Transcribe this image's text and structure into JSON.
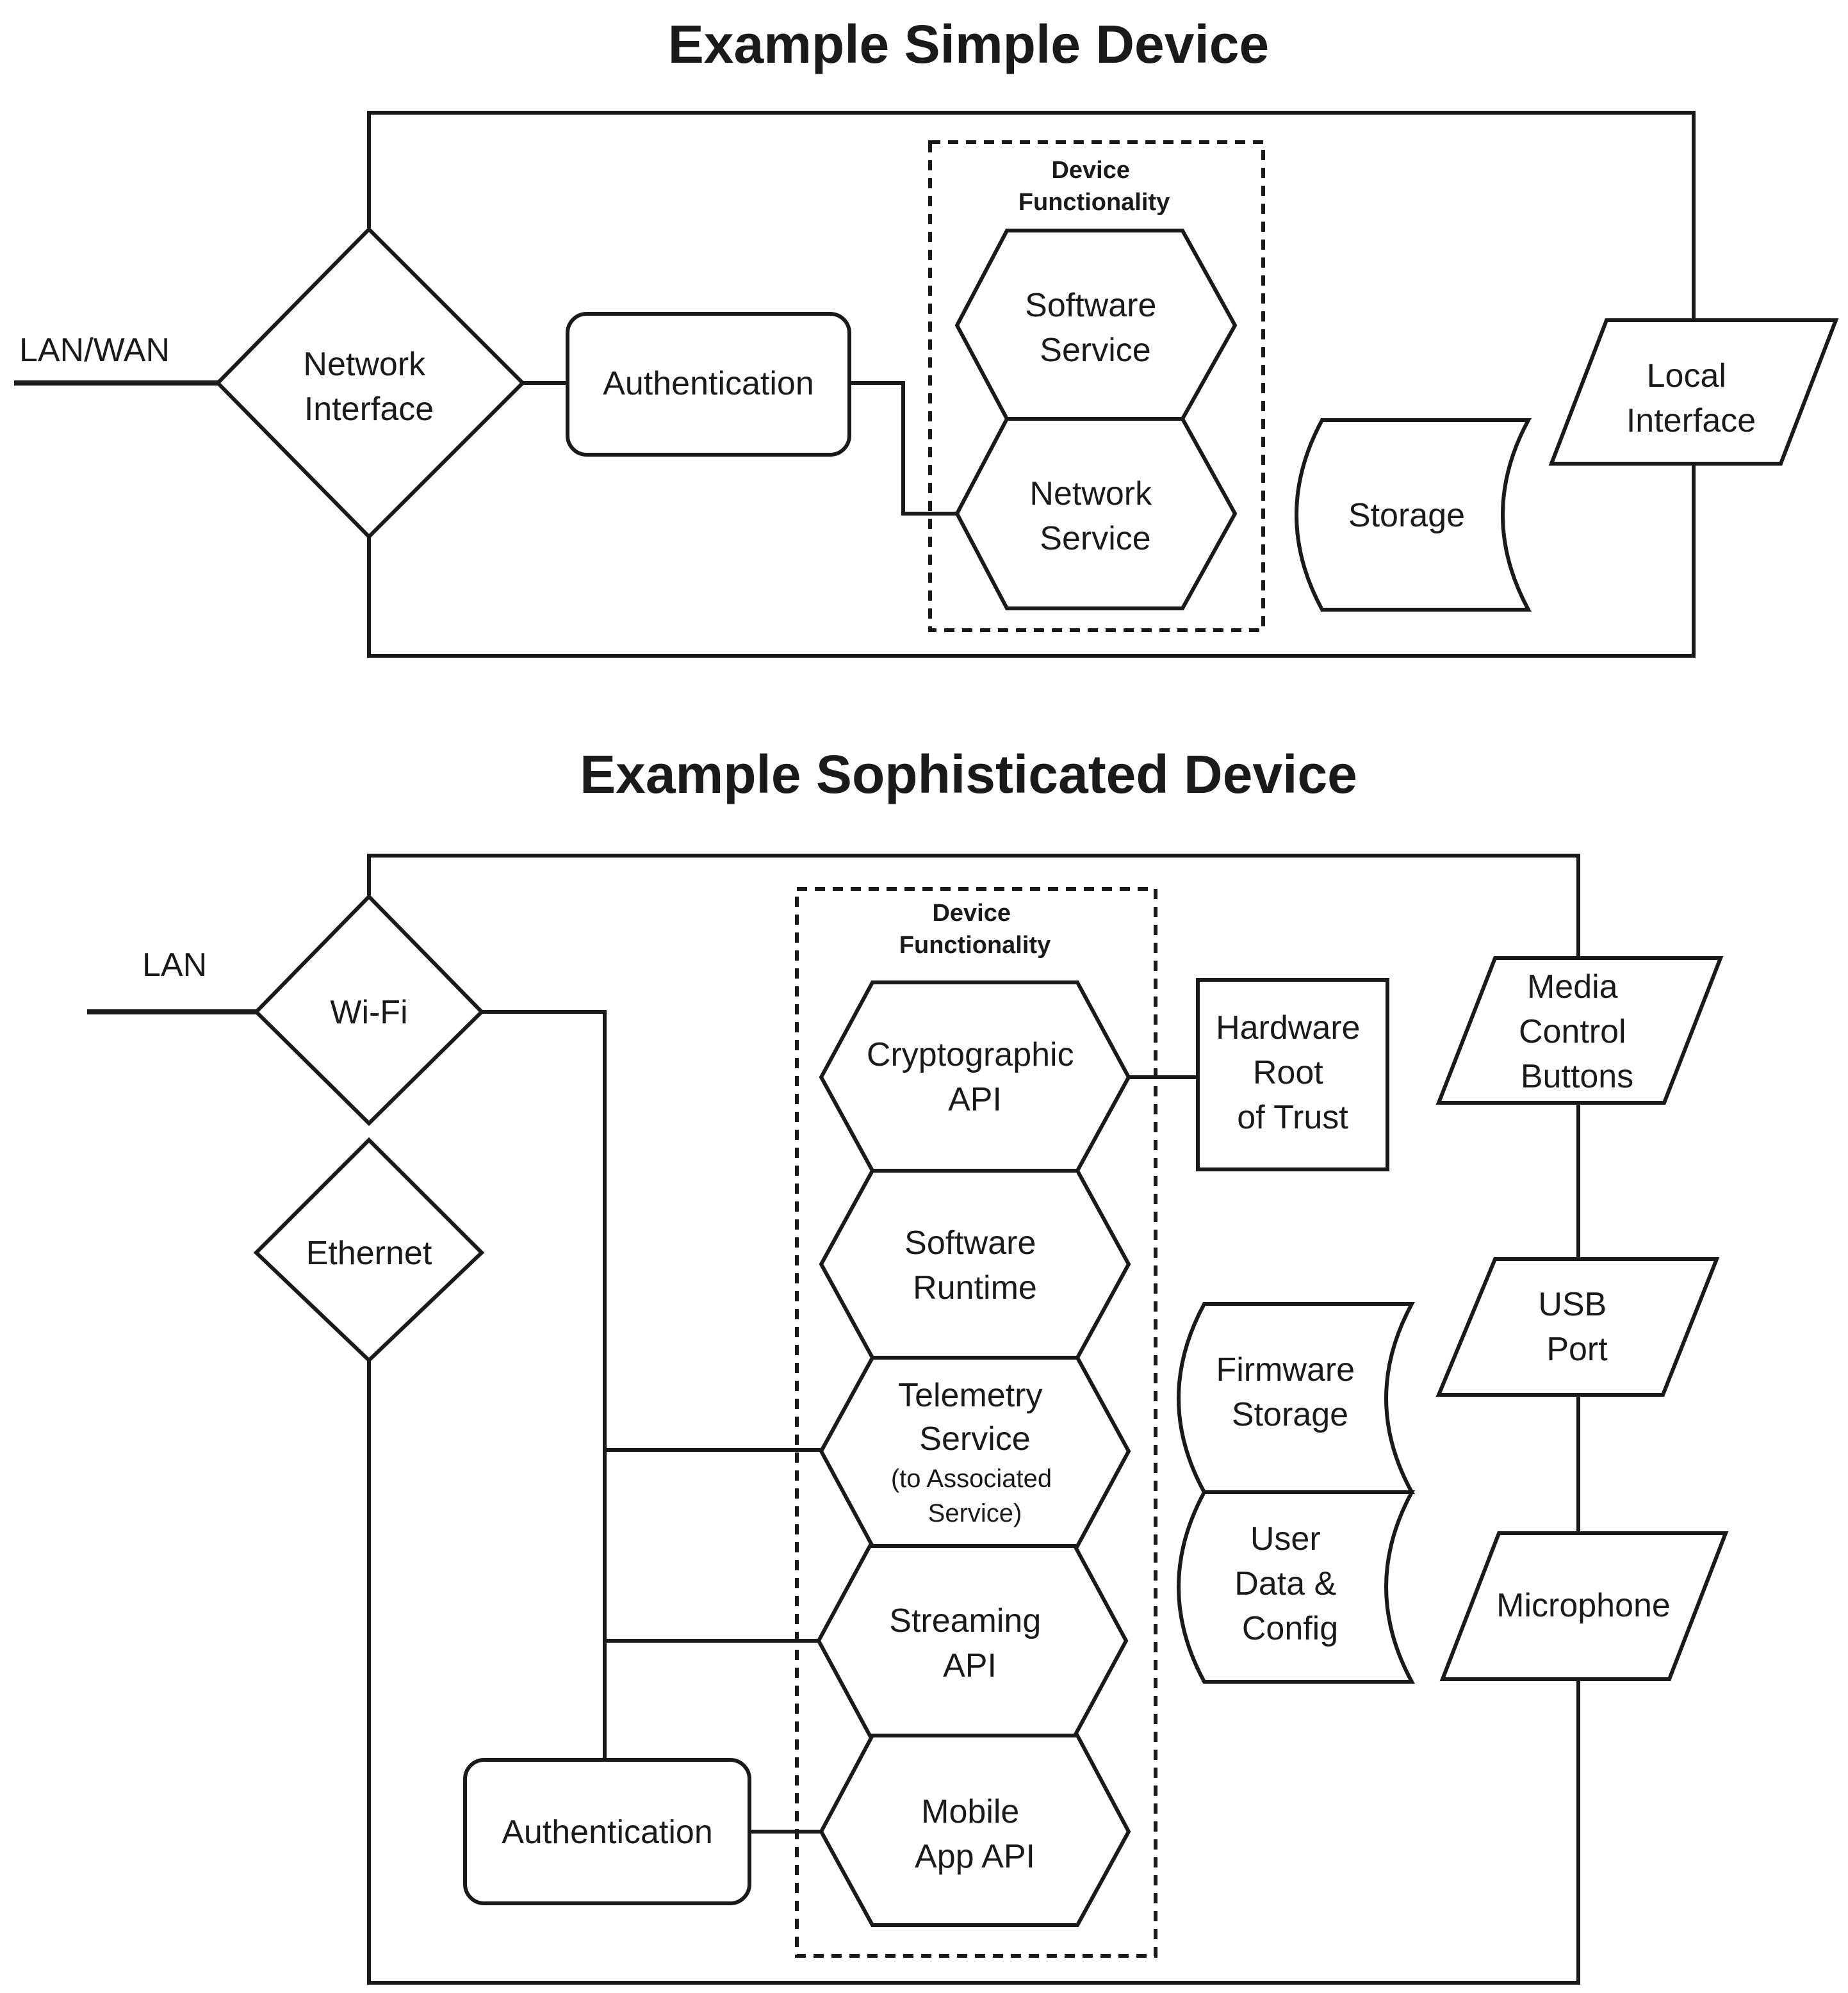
{
  "simple": {
    "title": "Example Simple Device",
    "lan_wan": "LAN/WAN",
    "network_interface": [
      "Network",
      "Interface"
    ],
    "authentication": "Authentication",
    "device_functionality": [
      "Device",
      "Functionality"
    ],
    "software_service": [
      "Software",
      "Service"
    ],
    "network_service": [
      "Network",
      "Service"
    ],
    "storage": "Storage",
    "local_interface": [
      "Local",
      "Interface"
    ]
  },
  "sophisticated": {
    "title": "Example Sophisticated Device",
    "lan": "LAN",
    "wifi": "Wi-Fi",
    "ethernet": "Ethernet",
    "device_functionality": [
      "Device",
      "Functionality"
    ],
    "cryptographic_api": [
      "Cryptographic",
      "API"
    ],
    "software_runtime": [
      "Software",
      "Runtime"
    ],
    "telemetry_service": [
      "Telemetry",
      "Service"
    ],
    "telemetry_note": [
      "(to Associated",
      "Service)"
    ],
    "streaming_api": [
      "Streaming",
      "API"
    ],
    "mobile_app_api": [
      "Mobile",
      "App API"
    ],
    "hardware_root_of_trust": [
      "Hardware",
      "Root",
      "of Trust"
    ],
    "firmware_storage": [
      "Firmware",
      "Storage"
    ],
    "user_data_config": [
      "User",
      "Data &",
      "Config"
    ],
    "media_control_buttons": [
      "Media",
      "Control",
      "Buttons"
    ],
    "usb_port": [
      "USB",
      "Port"
    ],
    "microphone": "Microphone",
    "authentication": "Authentication"
  }
}
